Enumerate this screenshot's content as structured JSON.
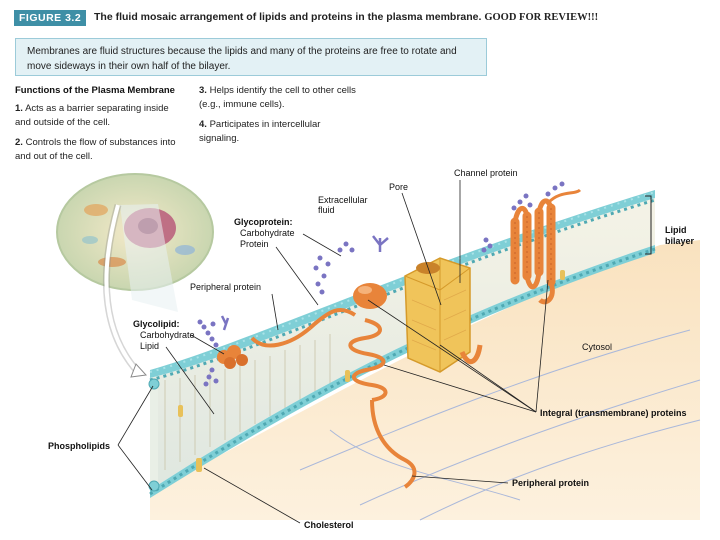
{
  "header": {
    "badge": "FIGURE 3.2",
    "title": "The fluid mosaic arrangement of lipids and proteins in the plasma membrane.",
    "note": "GOOD FOR REVIEW!!!"
  },
  "callout": {
    "text": "Membranes are fluid structures because the lipids and many of the proteins are free to rotate and move sideways in their own half of the bilayer."
  },
  "functions": {
    "title": "Functions of the Plasma Membrane",
    "items": [
      {
        "num": "1.",
        "text": "Acts as a barrier separating inside and outside of the cell."
      },
      {
        "num": "2.",
        "text": "Controls the flow of substances into and out of the cell."
      },
      {
        "num": "3.",
        "text": "Helps identify the cell to other cells (e.g., immune cells)."
      },
      {
        "num": "4.",
        "text": "Participates in intercellular signaling."
      }
    ]
  },
  "labels": {
    "channel_protein": "Channel protein",
    "pore": "Pore",
    "extracellular_1": "Extracellular",
    "extracellular_2": "fluid",
    "glycoprotein": "Glycoprotein:",
    "glycoprotein_carb": "Carbohydrate",
    "glycoprotein_prot": "Protein",
    "lipid_bilayer_1": "Lipid",
    "lipid_bilayer_2": "bilayer",
    "peripheral_protein_top": "Peripheral protein",
    "glycolipid": "Glycolipid:",
    "glycolipid_carb": "Carbohydrate",
    "glycolipid_lipid": "Lipid",
    "cytosol": "Cytosol",
    "integral_proteins": "Integral (transmembrane) proteins",
    "phospholipids": "Phospholipids",
    "peripheral_protein_bottom": "Peripheral protein",
    "cholesterol": "Cholesterol"
  },
  "colors": {
    "accent": "#3e8fa6",
    "callout_bg": "#e3f1f5",
    "head_group": "#7fcfd6",
    "protein": "#e8843a",
    "channel": "#f0c45a",
    "carbohydrate": "#7a74c2",
    "cytosol": "#f7dcb4"
  }
}
